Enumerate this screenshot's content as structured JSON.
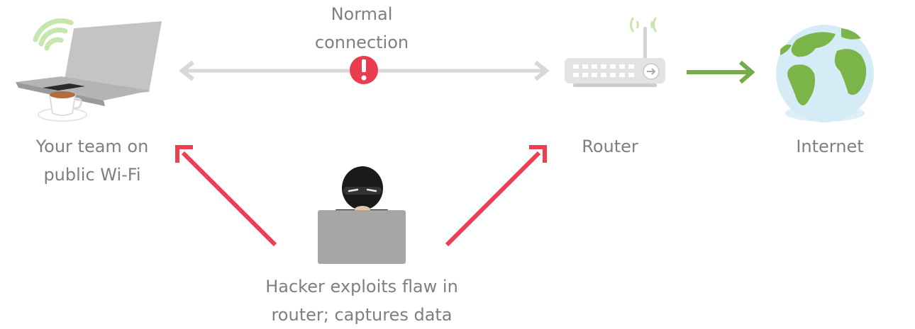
{
  "labels": {
    "connection": [
      "Normal",
      "connection"
    ],
    "team": [
      "Your team on",
      "public Wi-Fi"
    ],
    "router": "Router",
    "internet": "Internet",
    "hacker": [
      "Hacker exploits flaw in",
      "router; captures data"
    ]
  },
  "colors": {
    "text": "#7f7f7f",
    "connection_arrow": "#d8d8d8",
    "alert": "#ea3c4f",
    "attack_arrow": "#ee3f52",
    "internet_arrow": "#76ac47",
    "laptop": "#c2c2c2",
    "hacker": "#1a1a1a",
    "globe_water": "#d5ecf7",
    "globe_land": "#7bb54a",
    "wifi": "#c6e6ae"
  },
  "icons": {
    "laptop": "laptop-icon",
    "coffee": "coffee-cup-icon",
    "wifi": "wifi-icon",
    "alert": "exclamation-alert-icon",
    "router": "router-icon",
    "globe": "globe-icon",
    "hacker": "hacker-icon"
  }
}
